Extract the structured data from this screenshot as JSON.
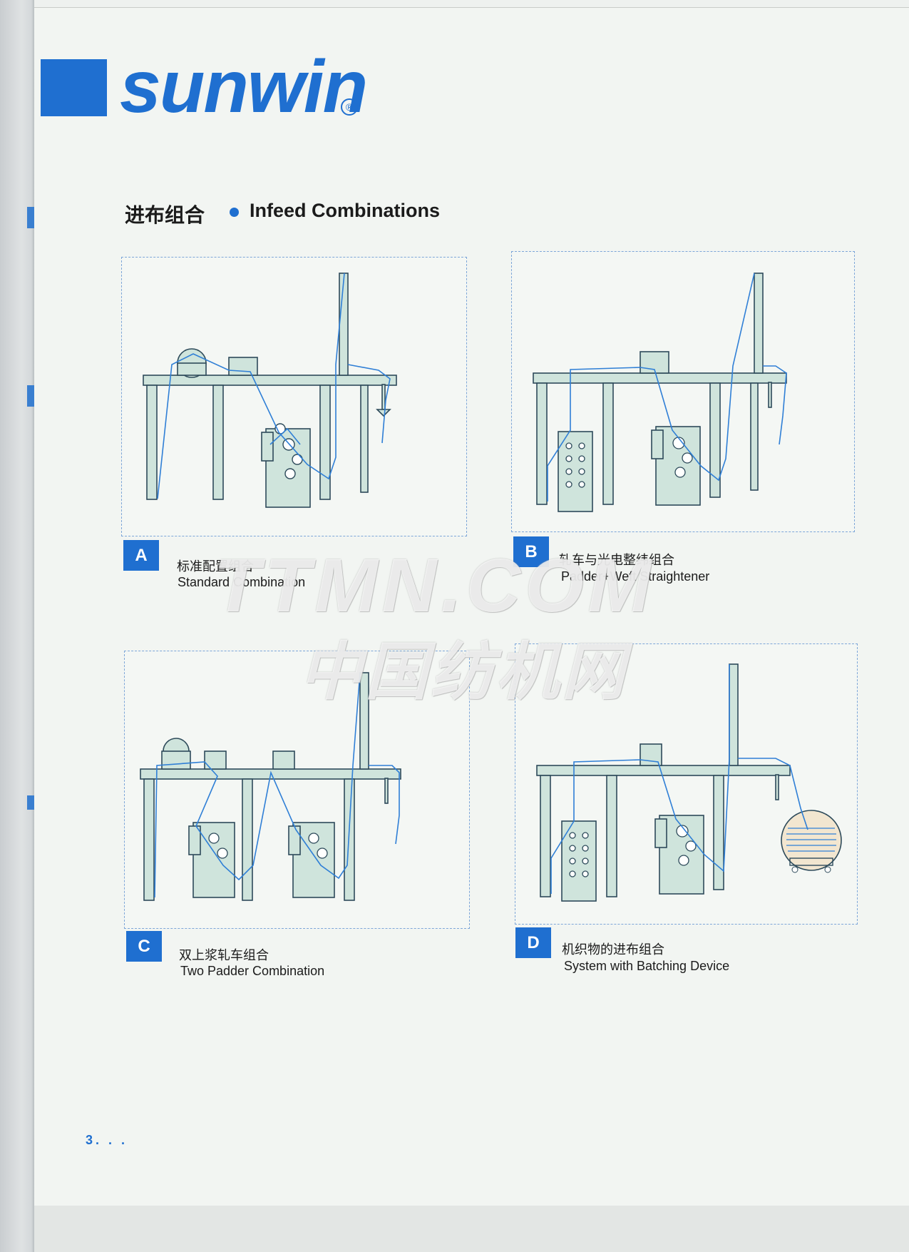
{
  "brand": {
    "name": "sunwin",
    "reg_mark": "®",
    "color": "#1f6fd0"
  },
  "header": {
    "title_cn": "进布组合",
    "title_en": "Infeed Combinations"
  },
  "panels": [
    {
      "id": "A",
      "letter": "A",
      "caption_cn": "标准配置组合",
      "caption_en": "Standard Combination"
    },
    {
      "id": "B",
      "letter": "B",
      "caption_cn": "轧车与光电整纬组合",
      "caption_en": "Padder+Weft Straightener"
    },
    {
      "id": "C",
      "letter": "C",
      "caption_cn": "双上浆轧车组合",
      "caption_en": "Two Padder Combination"
    },
    {
      "id": "D",
      "letter": "D",
      "caption_cn": "机织物的进布组合",
      "caption_en": "System with Batching Device"
    }
  ],
  "watermark": {
    "en": "TTMN.COM",
    "cn": "中国纺机网"
  },
  "footer": {
    "page_number": "3. . ."
  },
  "icons": [
    "padder-machine-icon",
    "control-cabinet-icon",
    "batching-cart-icon",
    "guide-roller-icon"
  ]
}
